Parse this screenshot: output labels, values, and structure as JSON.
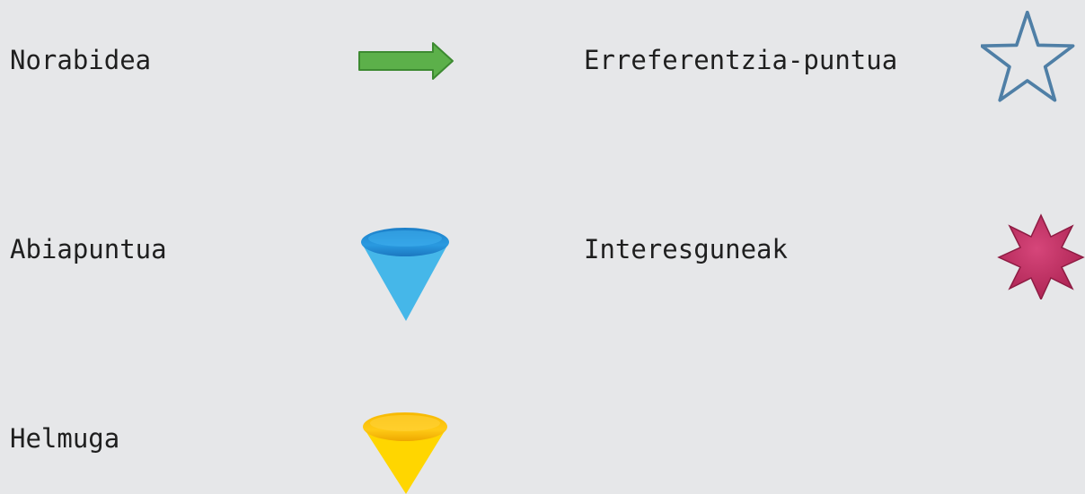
{
  "legend": {
    "items": [
      {
        "key": "direction",
        "label": "Norabidea",
        "icon": "green-arrow-icon",
        "color": "#5cb04a"
      },
      {
        "key": "reference-point",
        "label": "Erreferentzia-puntua",
        "icon": "star-outline-icon",
        "color": "#4f7fa6"
      },
      {
        "key": "start-point",
        "label": "Abiapuntua",
        "icon": "blue-cone-icon",
        "color": "#45b7e9"
      },
      {
        "key": "points-of-interest",
        "label": "Interesguneak",
        "icon": "magenta-star-burst-icon",
        "color": "#c2305f"
      },
      {
        "key": "destination",
        "label": "Helmuga",
        "icon": "yellow-cone-icon",
        "color": "#ffd600"
      }
    ]
  }
}
